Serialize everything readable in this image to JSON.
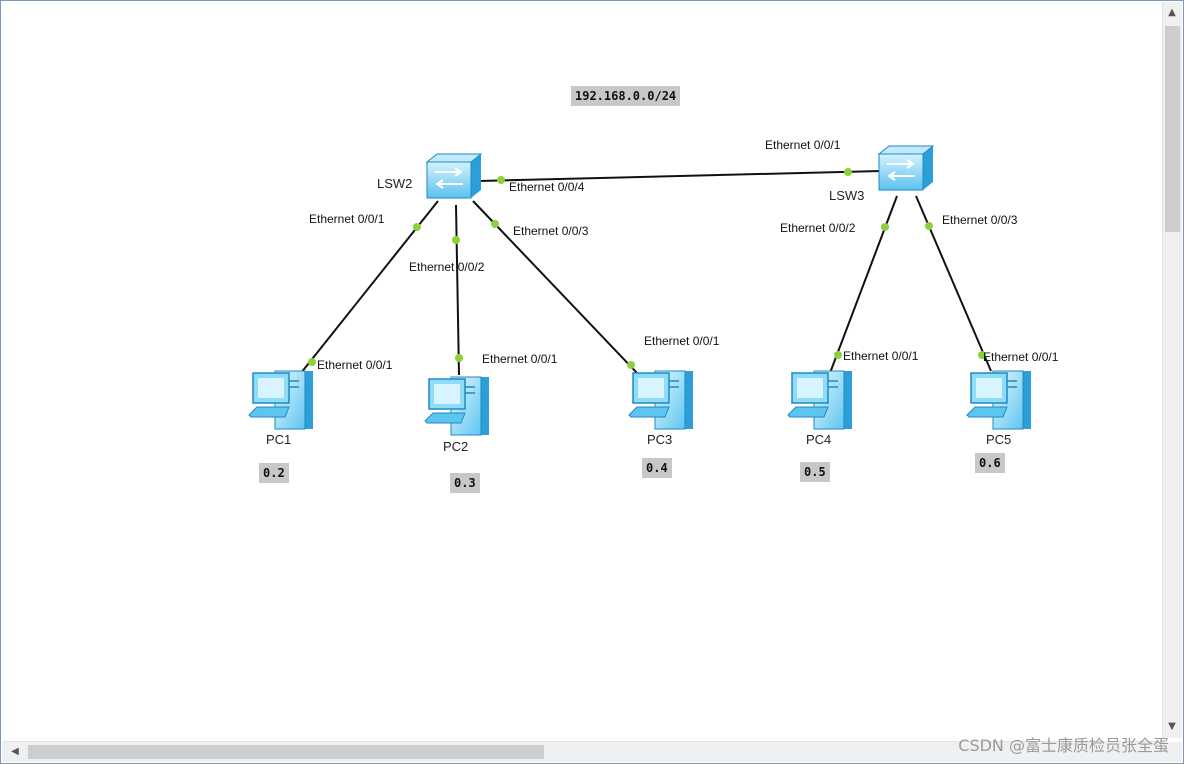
{
  "network": "192.168.0.0/24",
  "switches": [
    {
      "name": "LSW2"
    },
    {
      "name": "LSW3"
    }
  ],
  "pcs": [
    {
      "name": "PC1",
      "ip": "0.2"
    },
    {
      "name": "PC2",
      "ip": "0.3"
    },
    {
      "name": "PC3",
      "ip": "0.4"
    },
    {
      "name": "PC4",
      "ip": "0.5"
    },
    {
      "name": "PC5",
      "ip": "0.6"
    }
  ],
  "links": [
    {
      "from": "LSW2",
      "from_port": "Ethernet 0/0/1",
      "to": "PC1",
      "to_port": "Ethernet 0/0/1"
    },
    {
      "from": "LSW2",
      "from_port": "Ethernet 0/0/2",
      "to": "PC2",
      "to_port": "Ethernet 0/0/1"
    },
    {
      "from": "LSW2",
      "from_port": "Ethernet 0/0/3",
      "to": "PC3",
      "to_port": "Ethernet 0/0/1"
    },
    {
      "from": "LSW2",
      "from_port": "Ethernet 0/0/4",
      "to": "LSW3",
      "to_port": "Ethernet 0/0/1"
    },
    {
      "from": "LSW3",
      "from_port": "Ethernet 0/0/2",
      "to": "PC4",
      "to_port": "Ethernet 0/0/1"
    },
    {
      "from": "LSW3",
      "from_port": "Ethernet 0/0/3",
      "to": "PC5",
      "to_port": "Ethernet 0/0/1"
    }
  ],
  "colors": {
    "link": "#111111",
    "port_dot": "#8bd13a",
    "device_fill": "#7fd3f5",
    "device_dark": "#2d9fd8",
    "label_bg": "#c8c8c8"
  },
  "watermark": "CSDN @富士康质检员张全蛋"
}
